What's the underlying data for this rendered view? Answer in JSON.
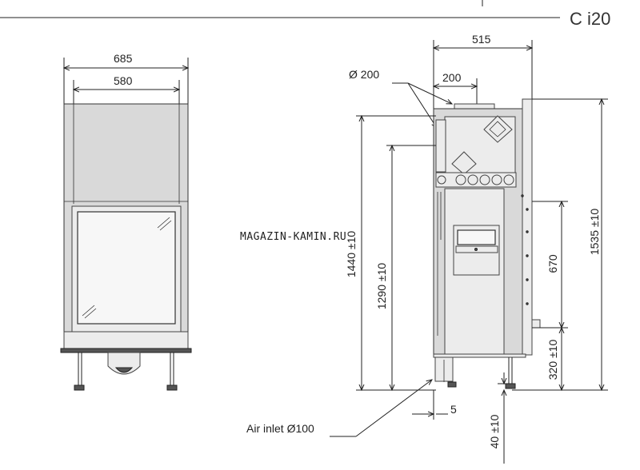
{
  "header": {
    "model_title": "C i20"
  },
  "watermark": "MAGAZIN-KAMIN.RU",
  "dimensions": {
    "front_total_width": "685",
    "front_glass_width": "580",
    "side_total_depth": "515",
    "flue_diameter": "Ø 200",
    "flue_offset": "200",
    "flue_height": "1440 ±10",
    "air_inlet_height": "1290 ±10",
    "total_height": "1535 ±10",
    "mid_height": "670",
    "leg_height": "320 ±10",
    "leg_offset": "5",
    "foot_adjust": "40 ±10",
    "air_inlet": "Air inlet Ø100"
  }
}
